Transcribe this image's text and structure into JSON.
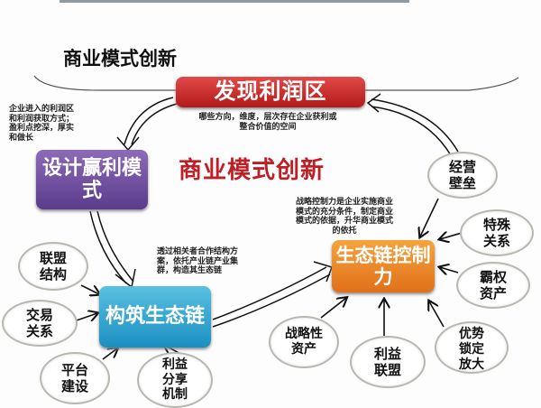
{
  "title": "商业模式创新",
  "center_title": "商业模式创新",
  "boxes": {
    "discover": "发现利润区",
    "design": "设计赢利模式",
    "build": "构筑生态链",
    "control": "生态链控制力"
  },
  "notes": {
    "discover": "哪些方向，维度，层次存在企业获利或整合价值的空间",
    "design": "企业进入的利润区和利润获取方式；盈利点挖深，厚实和做长",
    "build": "透过相关者合作结构方案，依托产业链产业集群，构造其生态链",
    "control": "战略控制力是企业实施商业模式的充分条件，制定商业模式的依据，升华商业模式的依托"
  },
  "build_factors": [
    "联盟结构",
    "交易关系",
    "平台建设",
    "利益分享机制"
  ],
  "control_factors": [
    "经营壁垒",
    "特殊关系",
    "霸权资产",
    "优势锁定放大",
    "利益联盟",
    "战略性资产"
  ],
  "colors": {
    "red": "#c4262a",
    "purple": "#6a4a9c",
    "blue": "#2aa0d0",
    "orange": "#ec8a2c"
  }
}
